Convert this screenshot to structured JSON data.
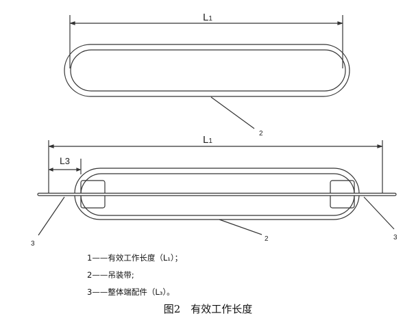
{
  "figure": {
    "top": {
      "dimension_label": "L1",
      "callout_sling": "2"
    },
    "bottom": {
      "dimension_label": "L1",
      "end_dimension_label": "L3",
      "callout_fitting_left": "3",
      "callout_fitting_right": "3",
      "callout_sling": "2"
    }
  },
  "legend": [
    "1——有效工作长度（L₁）；",
    "2——吊装带;",
    "3——整体端配件（L₃）。"
  ],
  "caption": "图2　有效工作长度"
}
